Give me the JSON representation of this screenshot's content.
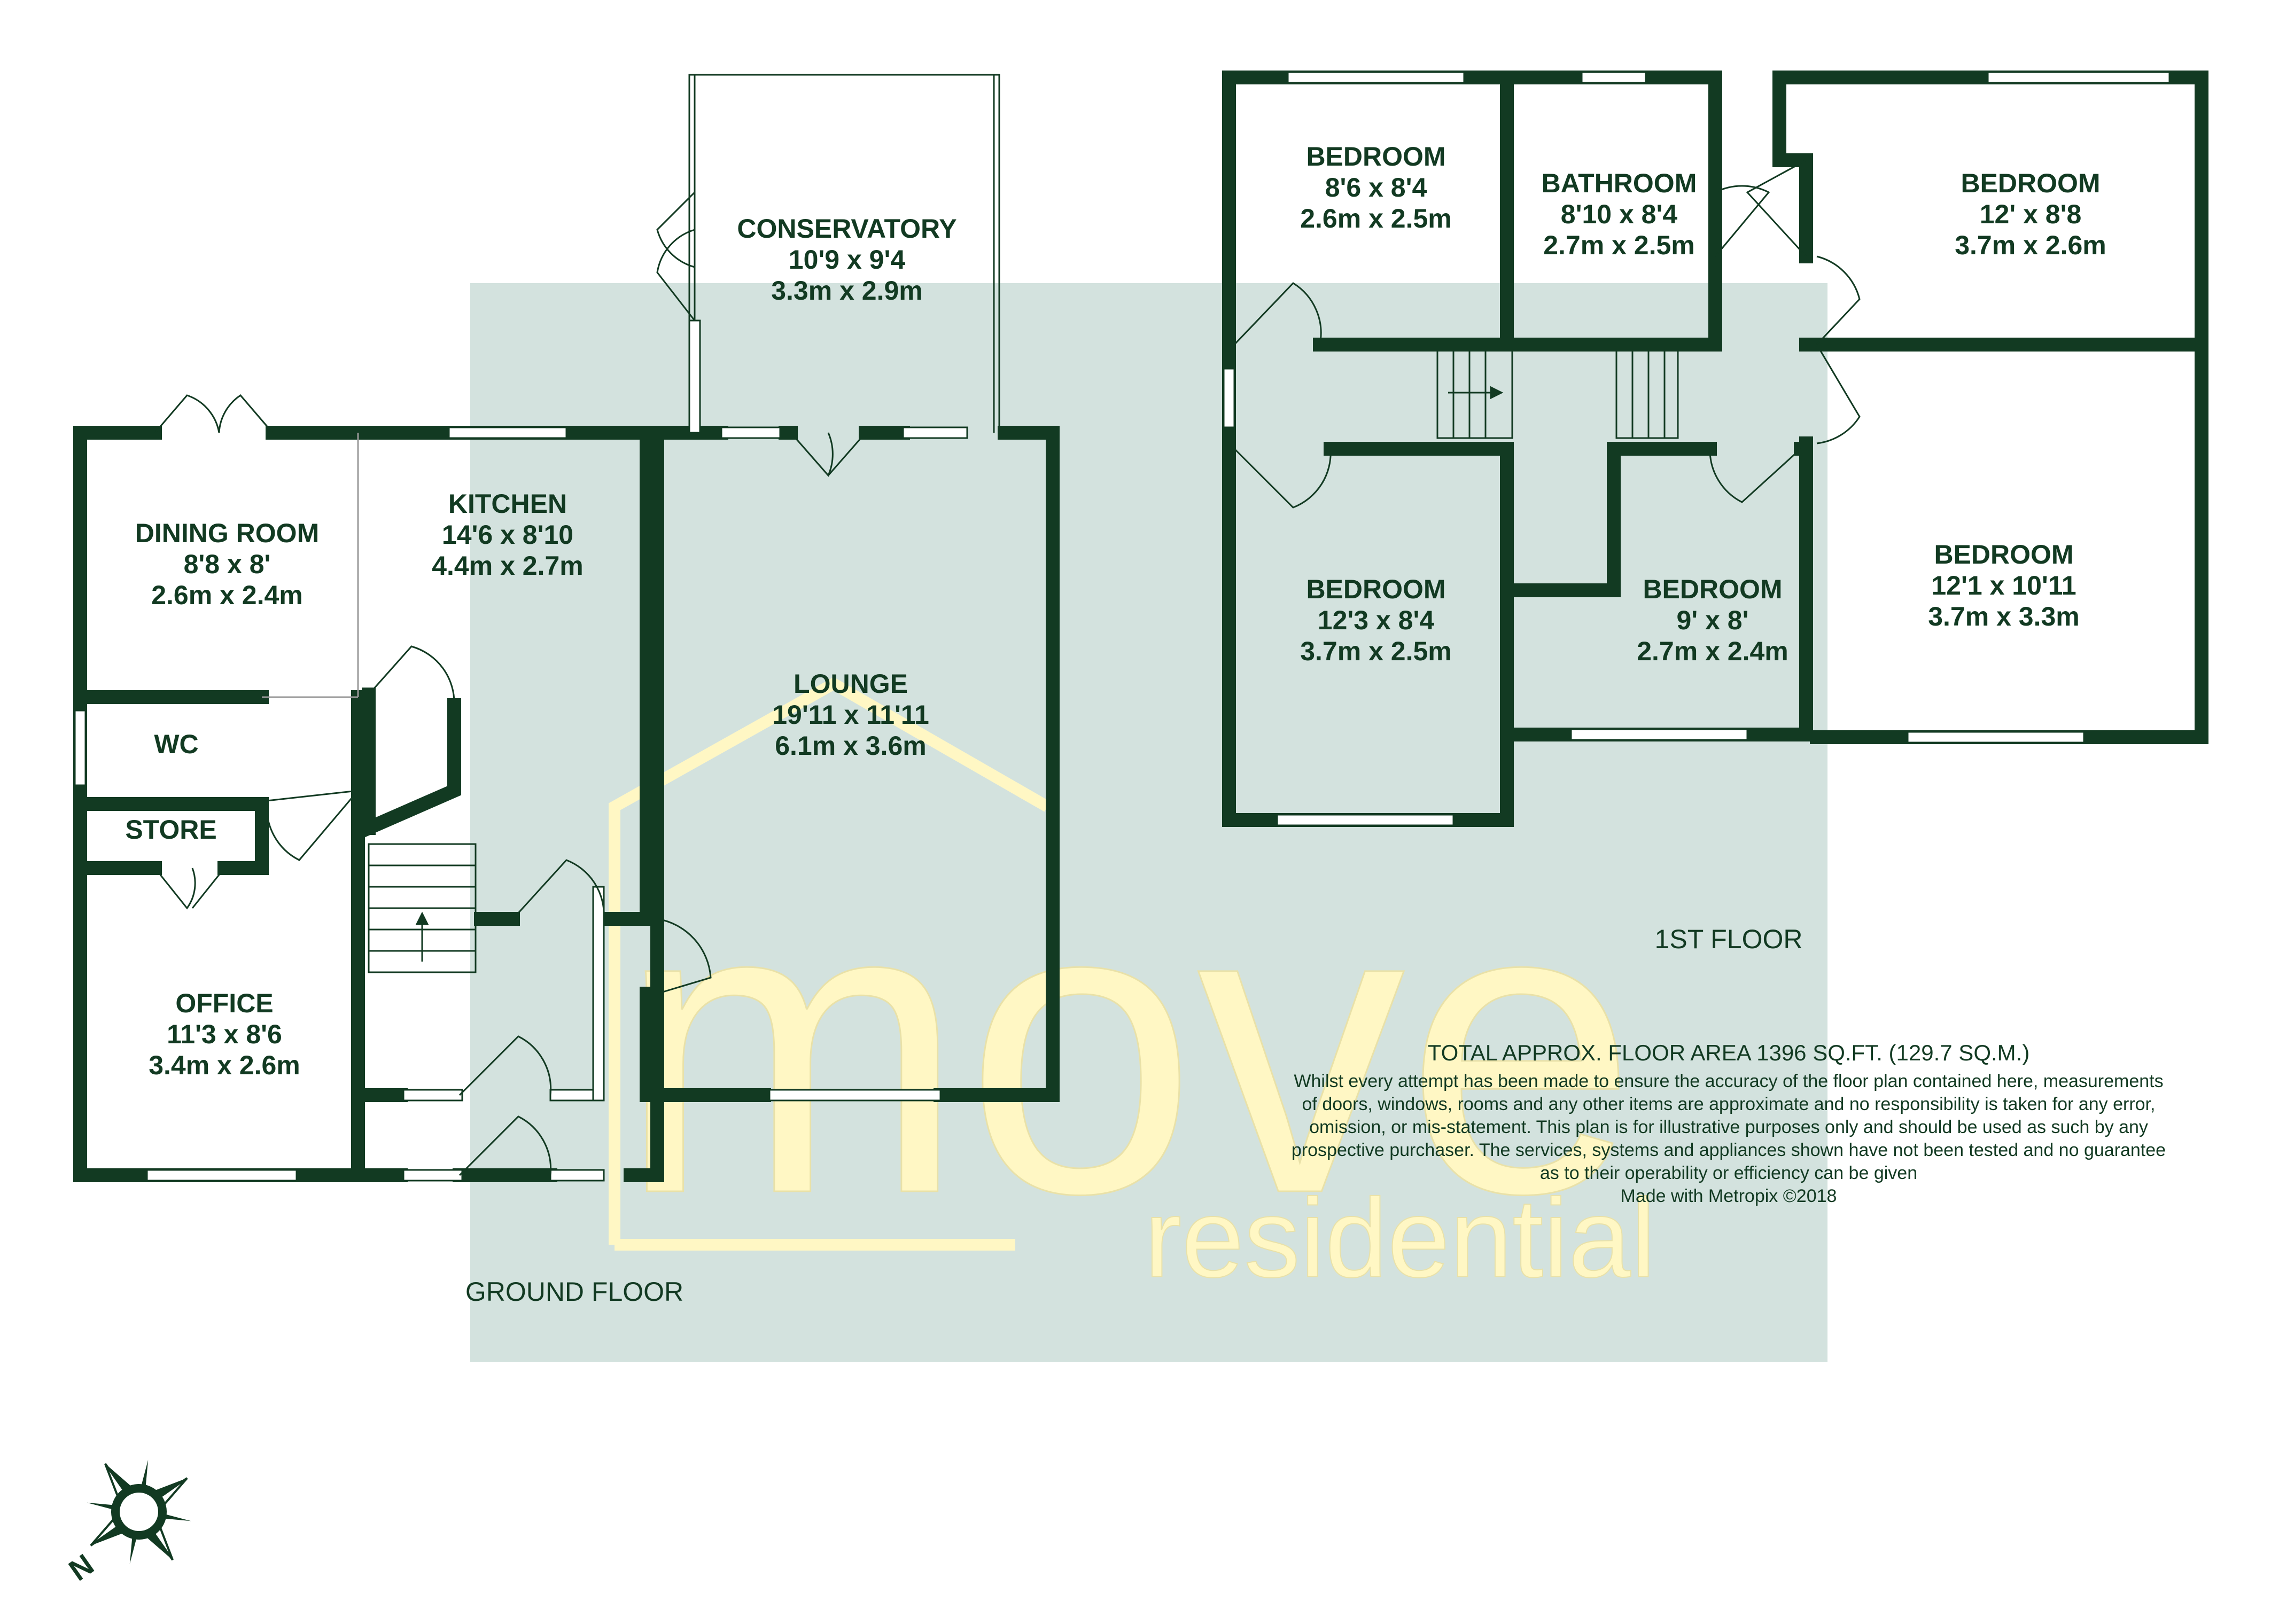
{
  "colors": {
    "wall": "#123a22",
    "watermark_panel": "#d3e2de",
    "watermark_logo": "#fff7c4",
    "text": "#123a22"
  },
  "rooms": {
    "conservatory": {
      "name": "CONSERVATORY",
      "dim_imperial": "10'9 x 9'4",
      "dim_metric": "3.3m x 2.9m"
    },
    "dining_room": {
      "name": "DINING ROOM",
      "dim_imperial": "8'8 x 8'",
      "dim_metric": "2.6m x 2.4m"
    },
    "kitchen": {
      "name": "KITCHEN",
      "dim_imperial": "14'6 x 8'10",
      "dim_metric": "4.4m x 2.7m"
    },
    "lounge": {
      "name": "LOUNGE",
      "dim_imperial": "19'11 x 11'11",
      "dim_metric": "6.1m x 3.6m"
    },
    "wc": {
      "name": "WC"
    },
    "store": {
      "name": "STORE"
    },
    "office": {
      "name": "OFFICE",
      "dim_imperial": "11'3 x 8'6",
      "dim_metric": "3.4m x 2.6m"
    },
    "bedroom_1": {
      "name": "BEDROOM",
      "dim_imperial": "8'6 x 8'4",
      "dim_metric": "2.6m x 2.5m"
    },
    "bathroom": {
      "name": "BATHROOM",
      "dim_imperial": "8'10 x 8'4",
      "dim_metric": "2.7m x 2.5m"
    },
    "bedroom_2": {
      "name": "BEDROOM",
      "dim_imperial": "12' x 8'8",
      "dim_metric": "3.7m x 2.6m"
    },
    "bedroom_3": {
      "name": "BEDROOM",
      "dim_imperial": "12'3 x 8'4",
      "dim_metric": "3.7m x 2.5m"
    },
    "bedroom_4": {
      "name": "BEDROOM",
      "dim_imperial": "9' x 8'",
      "dim_metric": "2.7m x 2.4m"
    },
    "bedroom_5": {
      "name": "BEDROOM",
      "dim_imperial": "12'1 x 10'11",
      "dim_metric": "3.7m x 3.3m"
    }
  },
  "floors": {
    "ground": "GROUND FLOOR",
    "first": "1ST FLOOR"
  },
  "disclaimer": {
    "total_area": "TOTAL APPROX. FLOOR AREA 1396 SQ.FT. (129.7 SQ.M.)",
    "lines": [
      "Whilst every attempt has been made to ensure the accuracy of the floor plan contained here, measurements",
      "of doors, windows, rooms and any other items are approximate and no responsibility is taken for any error,",
      "omission, or mis-statement. This plan is for illustrative purposes only and should be used as such by any",
      "prospective purchaser. The services, systems and appliances shown have not been tested and no guarantee",
      "as to their operability or efficiency can be given"
    ],
    "credit": "Made with Metropix ©2018"
  },
  "watermark": {
    "logo_word": "move",
    "logo_sub": "residential"
  },
  "compass": {
    "letter": "N",
    "icon": "compass-rose-icon"
  }
}
